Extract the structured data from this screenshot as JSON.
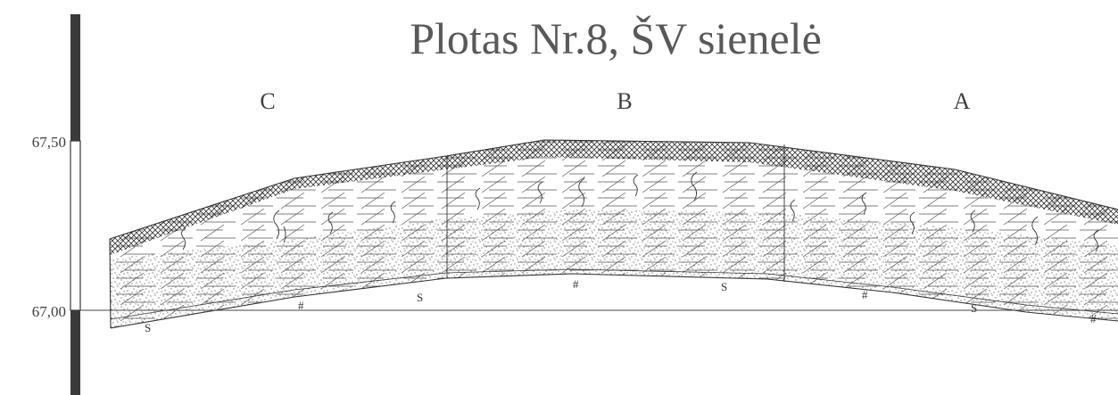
{
  "title": "Plotas Nr.8, ŠV sienelė",
  "sections": [
    "C",
    "B",
    "A"
  ],
  "elevations": [
    "67,50",
    "67,00"
  ],
  "symbols": {
    "hash": "#",
    "squiggle": "S"
  },
  "colors": {
    "scale_bar": "#3a3a3a",
    "lines": "#333333",
    "title": "#595959"
  }
}
